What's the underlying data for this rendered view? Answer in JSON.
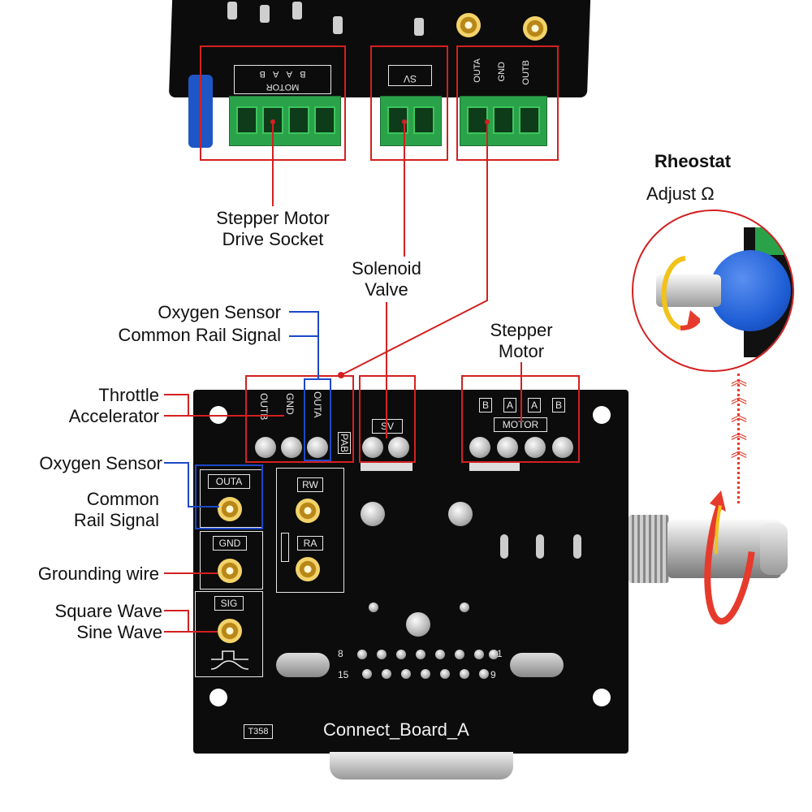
{
  "labels": {
    "stepper_socket_l1": "Stepper Motor",
    "stepper_socket_l2": "Drive Socket",
    "solenoid_l1": "Solenoid",
    "solenoid_l2": "Valve",
    "oxygen_top_l1": "Oxygen Sensor",
    "oxygen_top_l2": "Common Rail Signal",
    "throttle_l1": "Throttle",
    "throttle_l2": "Accelerator",
    "stepper_motor_l1": "Stepper",
    "stepper_motor_l2": "Motor",
    "oxygen_left_l1": "Oxygen Sensor",
    "common_rail_l1": "Common",
    "common_rail_l2": "Rail Signal",
    "grounding": "Grounding wire",
    "square_wave": "Square Wave",
    "sine_wave": "Sine Wave",
    "rheostat_title": "Rheostat",
    "rheostat_sub": "Adjust Ω"
  },
  "silkscreen": {
    "outb": "OUTB",
    "gnd": "GND",
    "outa": "OUTA",
    "pab": "PAB",
    "sv": "SV",
    "motor": "MOTOR",
    "b1": "B",
    "a1": "A",
    "a2": "A",
    "b2": "B",
    "outa_left": "OUTA",
    "gnd_left": "GND",
    "sig": "SIG",
    "rw": "RW",
    "ra": "RA",
    "pin8": "8",
    "pin1": "1",
    "pin15": "15",
    "pin9": "9",
    "board_name": "Connect_Board_A",
    "board_code": "T358",
    "top_motor": "MOTOR",
    "top_b": "B",
    "top_a1": "A",
    "top_a2": "A",
    "top_b2": "B",
    "top_sv": "SV",
    "top_outa": "OUTA",
    "top_gnd": "GND",
    "top_outb": "OUTB"
  },
  "colors": {
    "red_callout": "#d42020",
    "blue_callout": "#1c48c8",
    "pcb": "#0c0c0c",
    "terminal_green": "#2aa24a",
    "rheostat_blue": "#1f5fd6"
  }
}
